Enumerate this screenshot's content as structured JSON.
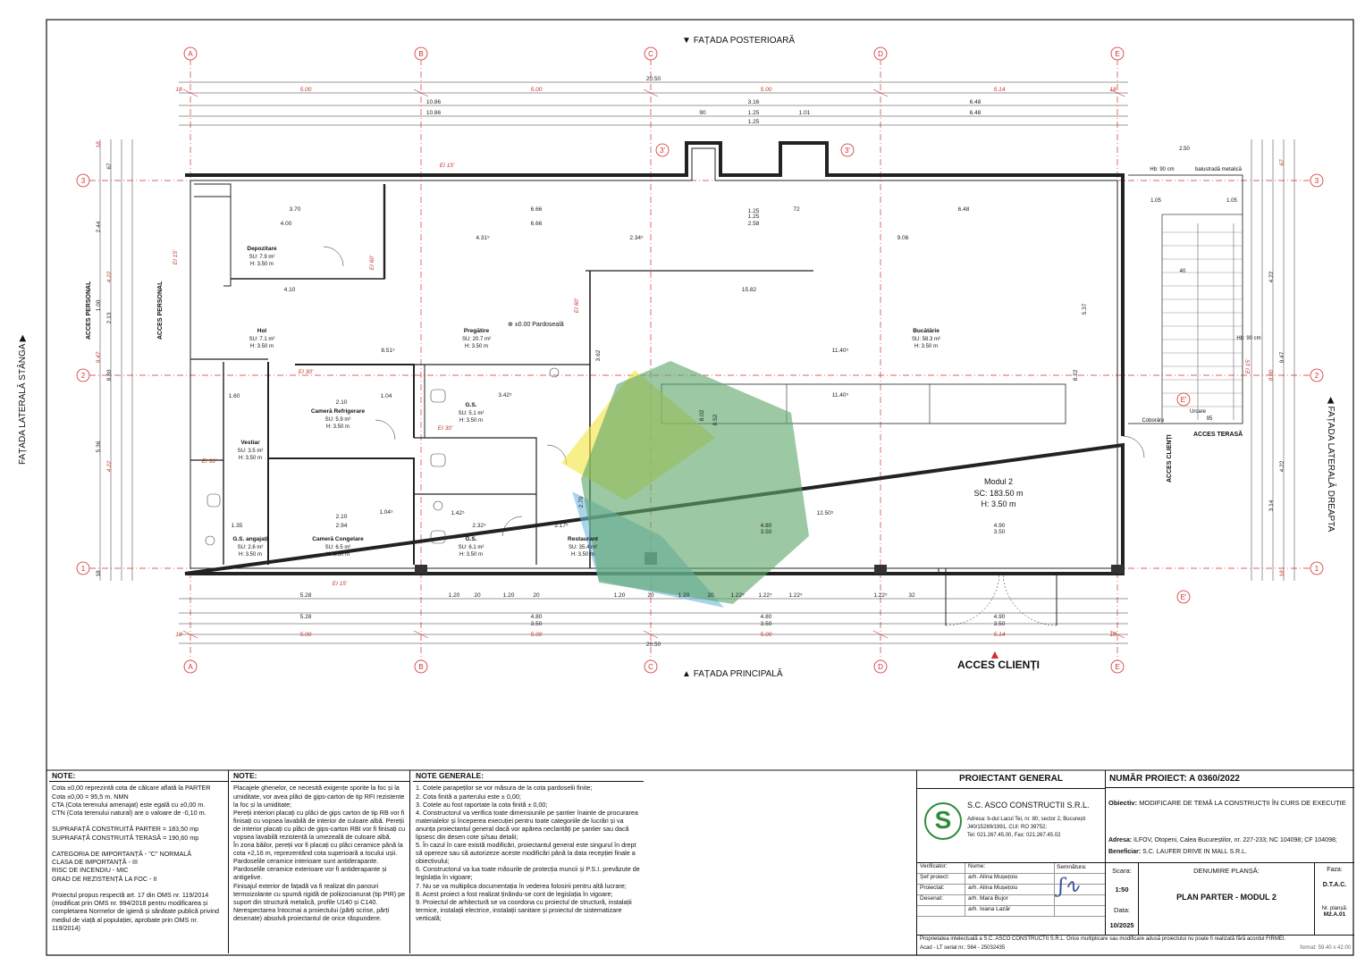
{
  "plan": {
    "facade_rear": "FAȚADA POSTERIOARĂ",
    "facade_main": "FAȚADA PRINCIPALĂ",
    "facade_left": "FAȚADA LATERALĂ STÂNGA",
    "facade_right": "FAȚADA LATERALĂ DREAPTA",
    "access_staff": "ACCES PERSONAL",
    "access_clients": "ACCES CLIENȚI",
    "access_terrace": "ACCES TERASĂ",
    "axes_letters": [
      "A",
      "B",
      "C",
      "D",
      "E"
    ],
    "axes_numbers": [
      "3",
      "2",
      "1"
    ],
    "axis_3prime": "3'",
    "axis_eprime": "E'",
    "top_total": "20.50",
    "top_segments": [
      "5.00",
      "5.00",
      "5.00",
      "5.14"
    ],
    "top_edge": "18",
    "top_row2": [
      "10.86",
      "3.16",
      "6.48"
    ],
    "top_row3": [
      "10.86",
      "90",
      "1.25",
      "1.01",
      "6.48"
    ],
    "top_row4": "1.25",
    "bottom_total": "20.50",
    "bottom_segments": [
      "5.00",
      "5.00",
      "5.00",
      "5.14"
    ],
    "bottom_row1": [
      "5.28",
      "4.80",
      "4.90"
    ],
    "bottom_row2": [
      "3.50",
      "3.50"
    ],
    "bottom_openings": [
      "1.20",
      "20",
      "1.20",
      "20",
      "1.20",
      "20",
      "1.20",
      "20",
      "1.22⁵",
      "1.22⁵",
      "1.22⁵",
      "1.22⁵",
      "32"
    ],
    "left_dims": [
      "18",
      "67",
      "2.44",
      "4.22",
      "1.00",
      "2.13",
      "9.47",
      "8.80",
      "5.36",
      "4.22",
      "18"
    ],
    "right_dims": [
      "67",
      "4.22",
      "9.47",
      "8.80",
      "4.22",
      "3.14",
      "18"
    ],
    "terrace_dims": [
      "2.50",
      "Hb: 90 cm",
      "balustradă metalică",
      "1.05",
      "1.05",
      "40",
      "Hb: 90 cm",
      "Urcare",
      "95",
      "Coborâre"
    ],
    "fire_tags": [
      "EI 15'",
      "EI 15'",
      "EI 60'",
      "EI 30'",
      "EI 30'",
      "EI 30'",
      "EI 15'",
      "EI 60'",
      "EI 15'"
    ],
    "level_mark": "±0.00 Pardoseală",
    "rooms": [
      {
        "name": "Depozitare",
        "su": "SU: 7.9 m²",
        "h": "H: 3.50 m"
      },
      {
        "name": "Hol",
        "su": "SU: 7.1 m²",
        "h": "H: 3.50 m"
      },
      {
        "name": "Pregătire",
        "su": "SU: 20.7 m²",
        "h": "H: 3.50 m"
      },
      {
        "name": "Bucătărie",
        "su": "SU: 58.3 m²",
        "h": "H: 3.50 m"
      },
      {
        "name": "Cameră Refrigerare",
        "su": "SU: 5.9 m²",
        "h": "H: 3.50 m"
      },
      {
        "name": "G.S.",
        "su": "SU: 5.1 m²",
        "h": "H: 3.50 m"
      },
      {
        "name": "Vestiar",
        "su": "SU: 3.5 m²",
        "h": "H: 3.50 m"
      },
      {
        "name": "G.S. angajați",
        "su": "SU: 2.6 m²",
        "h": "H: 3.50 m"
      },
      {
        "name": "Cameră Congelare",
        "su": "SU: 6.5 m²",
        "h": "H: 3.50 m"
      },
      {
        "name": "G.S.",
        "su": "SU: 6.1 m²",
        "h": "H: 3.50 m"
      },
      {
        "name": "Restaurant",
        "su": "SU: 35.4 m²",
        "h": "H: 3.50 m"
      }
    ],
    "module": {
      "name": "Modul 2",
      "sc": "SC: 183.50 m",
      "h": "H: 3.50 m"
    },
    "inner_dims": [
      "3.70",
      "6.66",
      "6.48",
      "4.00",
      "6.66",
      "4.31⁵",
      "2.34⁵",
      "9.06",
      "4.10",
      "15.82",
      "8.51⁵",
      "11.40⁵",
      "11.40⁵",
      "3.42⁵",
      "1.42⁵",
      "2.32⁵",
      "2.17⁵",
      "12.50⁵",
      "4.80",
      "3.50",
      "4.90",
      "3.50",
      "1.25",
      "1.25",
      "2.58",
      "72",
      "5.37",
      "8.22",
      "8.52",
      "8.02",
      "3.62",
      "2.70",
      "2.10",
      "2.10",
      "1.35",
      "2.94",
      "1.04⁵",
      "1.60",
      "1.04"
    ]
  },
  "title_block": {
    "note1_title": "NOTE:",
    "note1_lines": [
      "Cota ±0,00 reprezintă cota de călcare aflată la PARTER",
      "Cota ±0,00 = 95,5 m. NMN",
      "CTA (Cota terenului amenajat) este egală cu ±0,00 m.",
      "CTN (Cota terenului natural) are o valoare de -0,10 m.",
      "",
      "SUPRAFAȚĂ CONSTRUITĂ PARTER = 183,50 mp",
      "SUPRAFAȚĂ CONSTRUITĂ TERASĂ = 190,60 mp",
      "",
      "CATEGORIA DE IMPORTANȚĂ - \"C\" NORMALĂ",
      "CLASA DE IMPORTANȚĂ - III",
      "RISC DE INCENDIU - MIC",
      "GRAD DE REZISTENȚĂ LA FOC - II",
      "",
      "Proiectul propus respectă art. 17 din OMS nr. 119/2014",
      "(modificat prin OMS nr. 994/2018 pentru modificarea și",
      "completarea Normelor de igienă și sănătate publică privind",
      "mediul de viață al populației, aprobate prin OMS nr.",
      "119/2014)"
    ],
    "note2_title": "NOTE:",
    "note2_lines": [
      "Placajele ghenelor, ce necesită exigențe sporite la foc și la umiditate, vor avea plăci de gips-carton de tip RFI rezistente la foc și la umiditate;",
      "Pereții interiori placați cu plăci de gips carton de tip RB vor fi finisați cu vopsea lavabilă de interior de culoare albă. Pereții de interior placați cu plăci de gips-carton RBI vor fi finisați cu vopsea lavabilă rezistentă la umezeală de culoare albă.",
      "În zona băilor, pereții vor fi placați cu plăci ceramice până la cota +2,16 m, reprezentând cota superioară a tocului ușii.",
      "Pardoselile ceramice interioare sunt antiderapante.",
      "Pardoselile ceramice exterioare vor fi antiderapante și antigelive.",
      "Finisajul exterior de fațadă va fi realizat din panouri termoizolante cu spumă rigidă de poliizocianurat (tip PIR) pe suport din structură metalică, profile U140 și C140.",
      "Nerespectarea întocmai a proiectului (părți scrise, părți desenate) absolvă proiectantul de orice răspundere."
    ],
    "note3_title": "NOTE GENERALE:",
    "note3_lines": [
      "1. Cotele parapeților se vor măsura de la cota pardoselii finite;",
      "2. Cota finită a parterului este ± 0,00;",
      "3. Cotele au fost raportate la cota finită ± 0,00;",
      "4. Constructorul va verifica toate dimensiunile pe șantier înainte de procurarea materialelor și începerea execuției pentru toate categoriile de lucrări și va anunța proiectantul general dacă vor apărea neclarități pe șantier sau dacă lipsesc din desen cote și/sau detalii;",
      "5. În cazul în care există modificări, proiectantul general este singurul în drept să opereze sau să autorizeze aceste modificări până la data recepției finale a obiectivului;",
      "6. Constructorul va lua toate măsurile de protecția muncii și P.S.I. prevăzute de legislația în vigoare;",
      "7. Nu se va multiplica documentația în vederea folosirii pentru altă lucrare;",
      "8. Acest proiect a fost realizat ținându-se cont de legislația în vigoare;",
      "9. Proiectul de arhitectură se va coordona cu proiectul de structură, instalații termice, instalații electrice, instalații sanitare și proiectul de sistematizare verticală;"
    ],
    "designer_header": "PROIECTANT GENERAL",
    "company": "S.C. ASCO CONSTRUCTII S.R.L.",
    "company_addr1": "Adresa: b-dul Lacul Tei, nr. 80, sector 2, București",
    "company_addr2": "J40/15289/1991, CUI: RO 39752;",
    "company_addr3": "Tel: 021.267.45.00, Fax: 021.267.45.02",
    "project_number": "NUMĂR PROIECT: A 0360/2022",
    "objective_label": "Obiectiv:",
    "objective": "MODIFICARE DE TEMĂ LA CONSTRUCȚII ÎN CURS DE EXECUȚIE",
    "address_label": "Adresa:",
    "address": "ILFOV, Otopeni, Calea Bucureștilor, nr. 227-233; NC 104098; CF 104098;",
    "beneficiary_label": "Beneficiar:",
    "beneficiary": "S.C. LAUFER DRIVE IN MALL S.R.L.",
    "roles": [
      {
        "role": "Verificator:",
        "name": "Nume:"
      },
      {
        "role": "Șef proiect:",
        "name": "arh. Alina Mușețoiu"
      },
      {
        "role": "Proiectat:",
        "name": "arh. Alina Mușețoiu"
      },
      {
        "role": "Desenat:",
        "name": "arh. Mara Bujor"
      },
      {
        "role": "",
        "name": "arh. Ioana Lazăr"
      }
    ],
    "signature_label": "Semnătura:",
    "scale_label": "Scara:",
    "scale": "1:50",
    "date_label": "Data:",
    "date": "10/2025",
    "sheet_title_label": "DENUMIRE PLANȘĂ:",
    "sheet_title": "PLAN PARTER - MODUL 2",
    "phase_label": "Faza:",
    "phase": "D.T.A.C.",
    "sheet_no_label": "Nr. planșă:",
    "sheet_no": "M2.A.01",
    "ip_notice": "Proprietatea intelectuală a S.C. ASCO CONSTRUCTII S.R.L. Orice multiplicare sau modificare adusă proiectului nu poate fi realizată fără acordul FIRMEI.",
    "serial": "Acad - LT serial nr.: 564 - 25032435",
    "format": "format: 59.40 x 42.00"
  },
  "colors": {
    "red": "#d32f2f",
    "wall": "#222222",
    "green": "#5fa66a",
    "yellow": "#f2e64a",
    "blue": "#6fb8dc"
  }
}
